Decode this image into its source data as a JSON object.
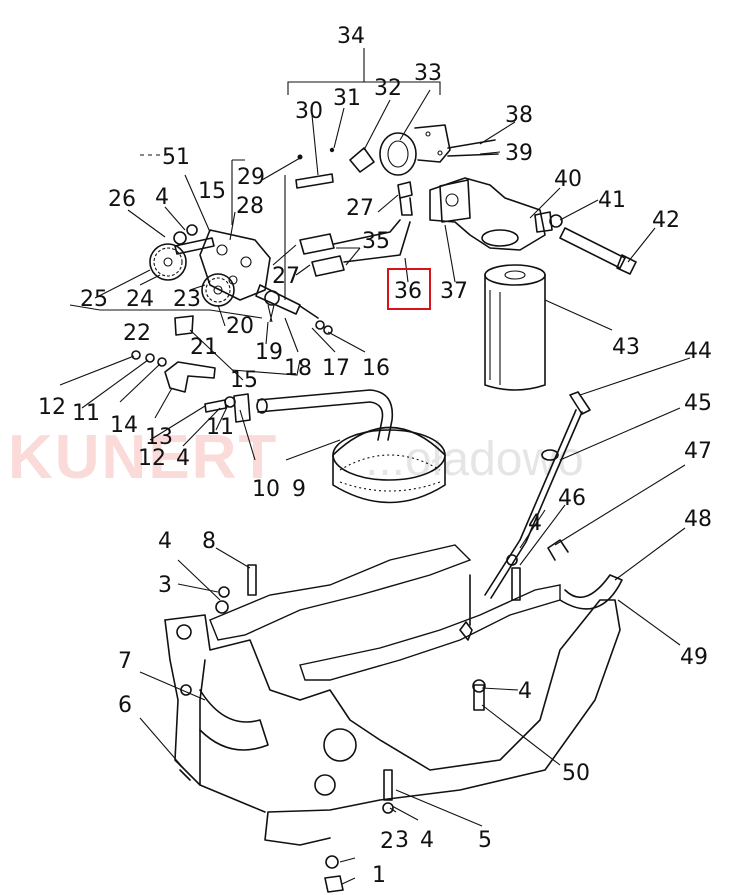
{
  "watermark": {
    "brand": "KUNERT",
    "suffix": "...oładowo"
  },
  "highlight": {
    "label": "36",
    "color": "#d6121a"
  },
  "labels": [
    "1",
    "2",
    "3",
    "4",
    "5",
    "6",
    "7",
    "8",
    "9",
    "10",
    "11",
    "12",
    "13",
    "14",
    "15",
    "16",
    "17",
    "18",
    "19",
    "20",
    "21",
    "22",
    "23",
    "24",
    "25",
    "26",
    "27",
    "28",
    "29",
    "30",
    "31",
    "32",
    "33",
    "34",
    "35",
    "36",
    "37",
    "38",
    "39",
    "40",
    "41",
    "42",
    "43",
    "44",
    "45",
    "46",
    "47",
    "48",
    "49",
    "50",
    "51"
  ]
}
